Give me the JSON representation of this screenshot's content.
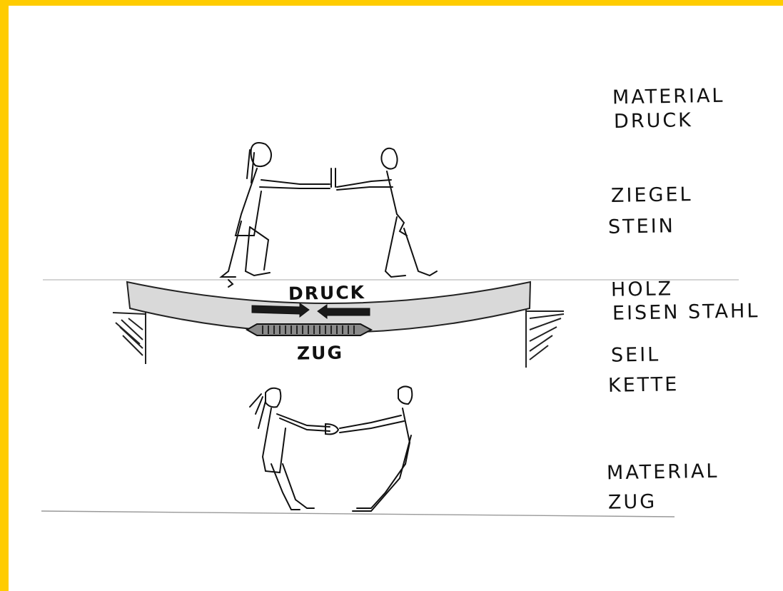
{
  "colors": {
    "frame": "#FFCC00",
    "ink": "#111111",
    "beam_fill": "#d9d9d9",
    "arrow_dark": "#1a1a1a",
    "arrow_hatched": "#555555"
  },
  "labels": {
    "material_druck_1": "MATERIAL",
    "material_druck_2": "DRUCK",
    "ziegel": "ZIEGEL",
    "stein": "STEIN",
    "holz": "HOLZ",
    "eisen_stahl": "EISEN STAHL",
    "seil": "SEIL",
    "kette": "KETTE",
    "material_zug_1": "MATERIAL",
    "material_zug_2": "ZUG"
  },
  "beam": {
    "top_label": "DRUCK",
    "bottom_label": "ZUG"
  }
}
